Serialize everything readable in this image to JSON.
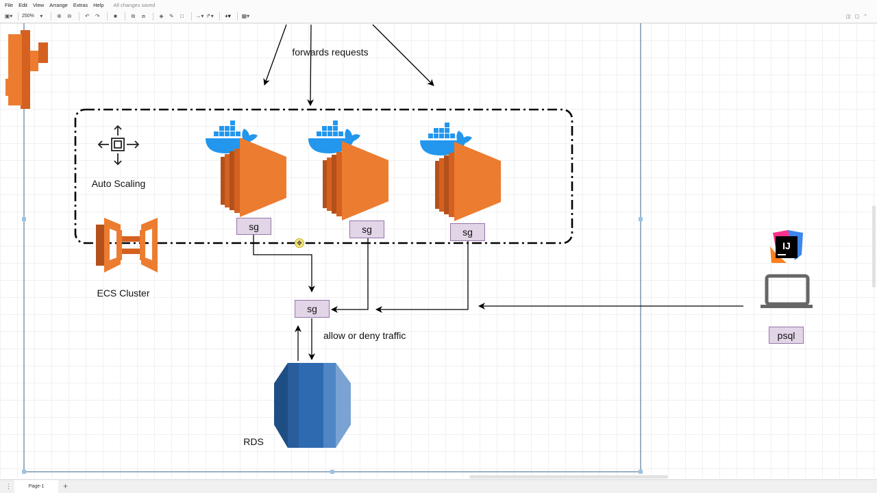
{
  "menubar": {
    "items": [
      "File",
      "Edit",
      "View",
      "Arrange",
      "Extras",
      "Help"
    ],
    "status": "All changes saved"
  },
  "toolbar": {
    "zoom": "250%"
  },
  "diagram": {
    "forwards_label": "forwards requests",
    "auto_scaling_label": "Auto Scaling",
    "ecs_cluster_label": "ECS Cluster",
    "allow_deny_label": "allow or deny traffic",
    "rds_label": "RDS",
    "sg_label": "sg",
    "psql_label": "psql",
    "intellij_letters": "IJ"
  },
  "tabbar": {
    "page_tab": "Page-1",
    "add_page": "+"
  },
  "colors": {
    "aws_orange": "#ec7c30",
    "docker_blue": "#2396ed",
    "rds_blue": "#2e6ab0",
    "sg_fill": "#e1d5e7",
    "sg_border": "#9673a6"
  }
}
